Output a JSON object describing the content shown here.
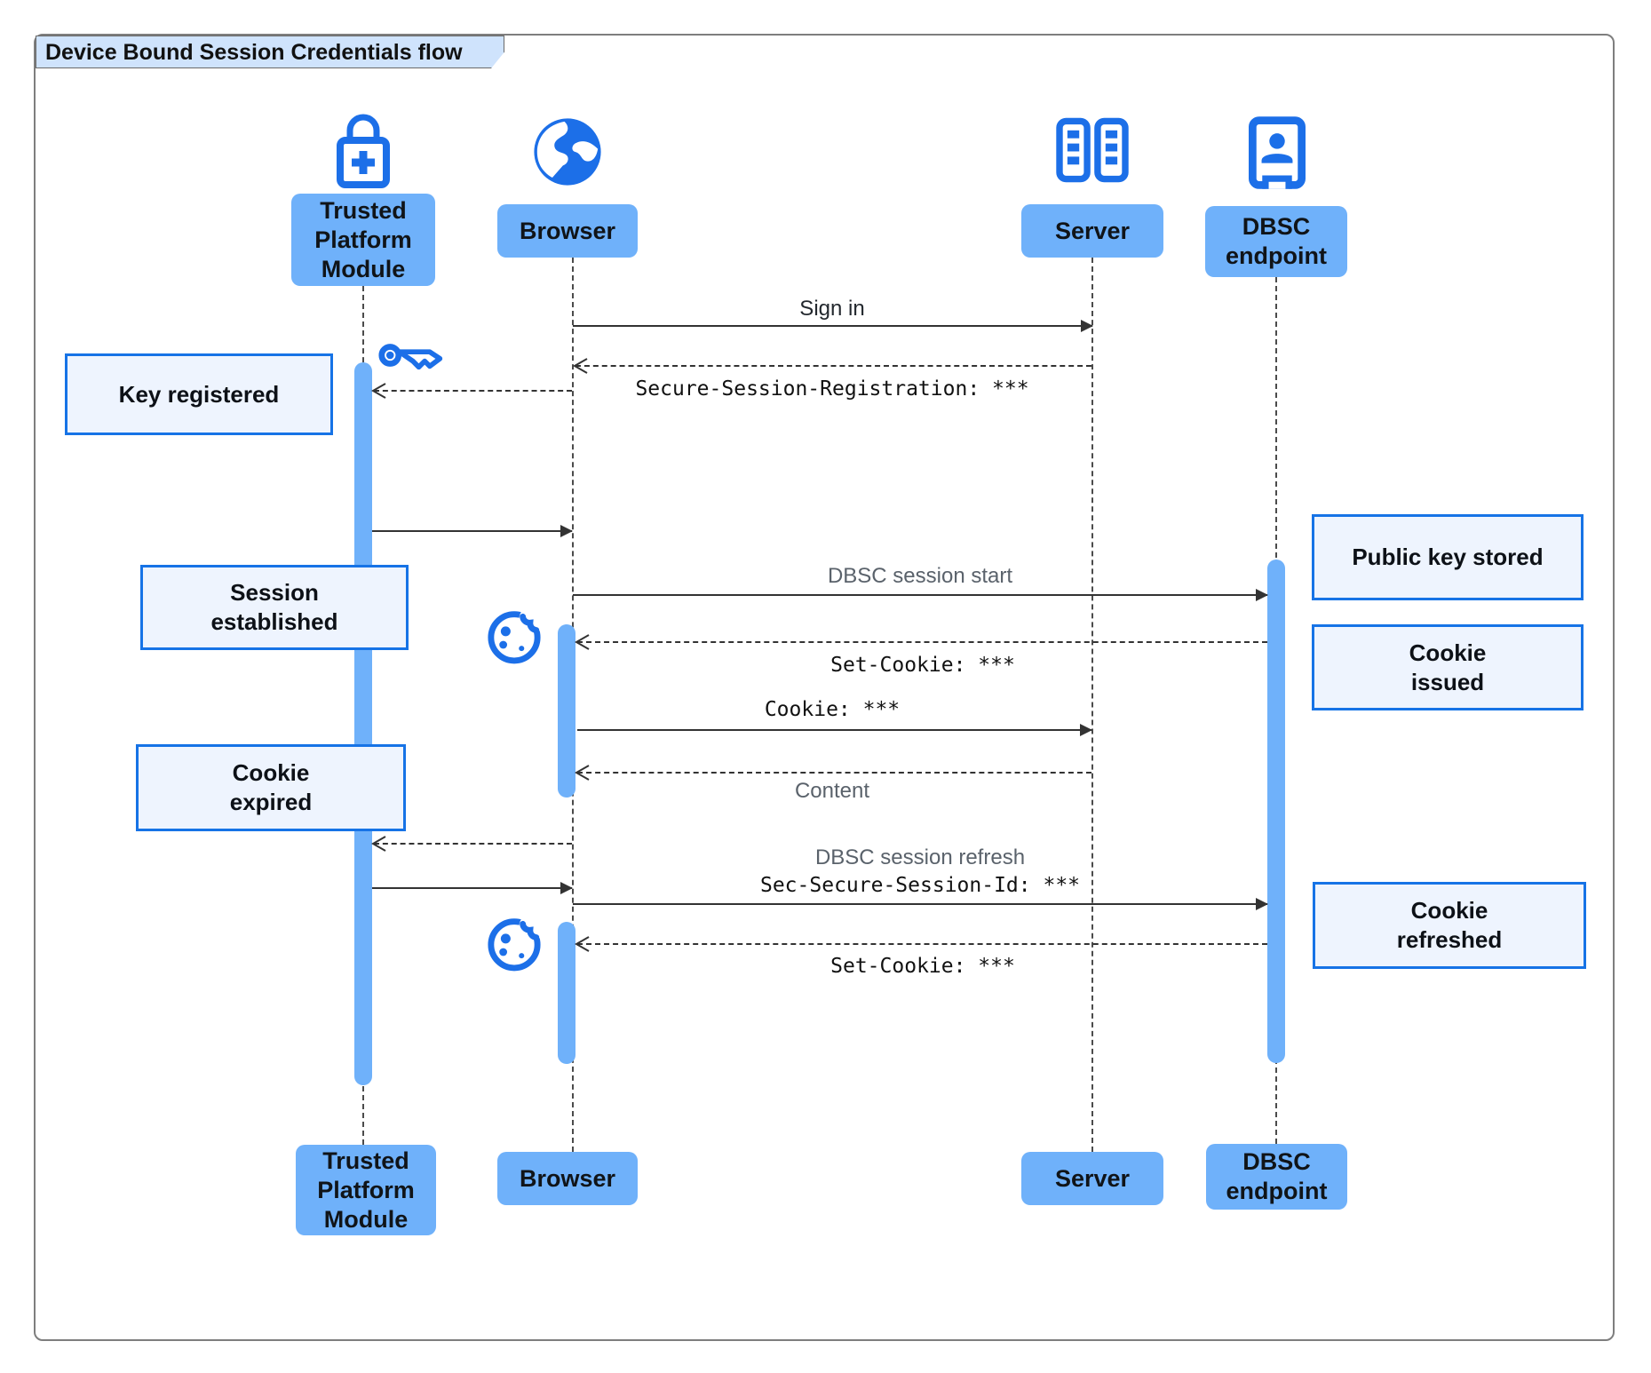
{
  "title": "Device Bound Session Credentials flow",
  "participants": {
    "tpm": {
      "label": "Trusted\nPlatform\nModule",
      "icon": "lock-plus-icon"
    },
    "browser": {
      "label": "Browser",
      "icon": "globe-icon"
    },
    "server": {
      "label": "Server",
      "icon": "server-racks-icon"
    },
    "dbsc": {
      "label": "DBSC\nendpoint",
      "icon": "kiosk-person-icon"
    }
  },
  "messages": {
    "sign_in": "Sign in",
    "secure_session_registration": "Secure-Session-Registration: ***",
    "dbsc_session_start": "DBSC session start",
    "set_cookie_1": "Set-Cookie: ***",
    "cookie": "Cookie: ***",
    "content": "Content",
    "dbsc_session_refresh": "DBSC session refresh",
    "sec_secure_session_id": "Sec-Secure-Session-Id: ***",
    "set_cookie_2": "Set-Cookie: ***"
  },
  "notes": {
    "key_registered": "Key registered",
    "session_established": "Session\nestablished",
    "cookie_expired": "Cookie\nexpired",
    "public_key_stored": "Public key stored",
    "cookie_issued": "Cookie\nissued",
    "cookie_refreshed": "Cookie\nrefreshed"
  },
  "decorations": {
    "key_icon": "key-icon",
    "cookie_icon": "cookie-icon"
  },
  "colors": {
    "accent_blue": "#1c6fe8",
    "fill_blue": "#6fb1fa",
    "note_fill": "#eef4fe",
    "note_border": "#1673e6",
    "arrow": "#333333",
    "tab_fill": "#cfe3fc"
  }
}
